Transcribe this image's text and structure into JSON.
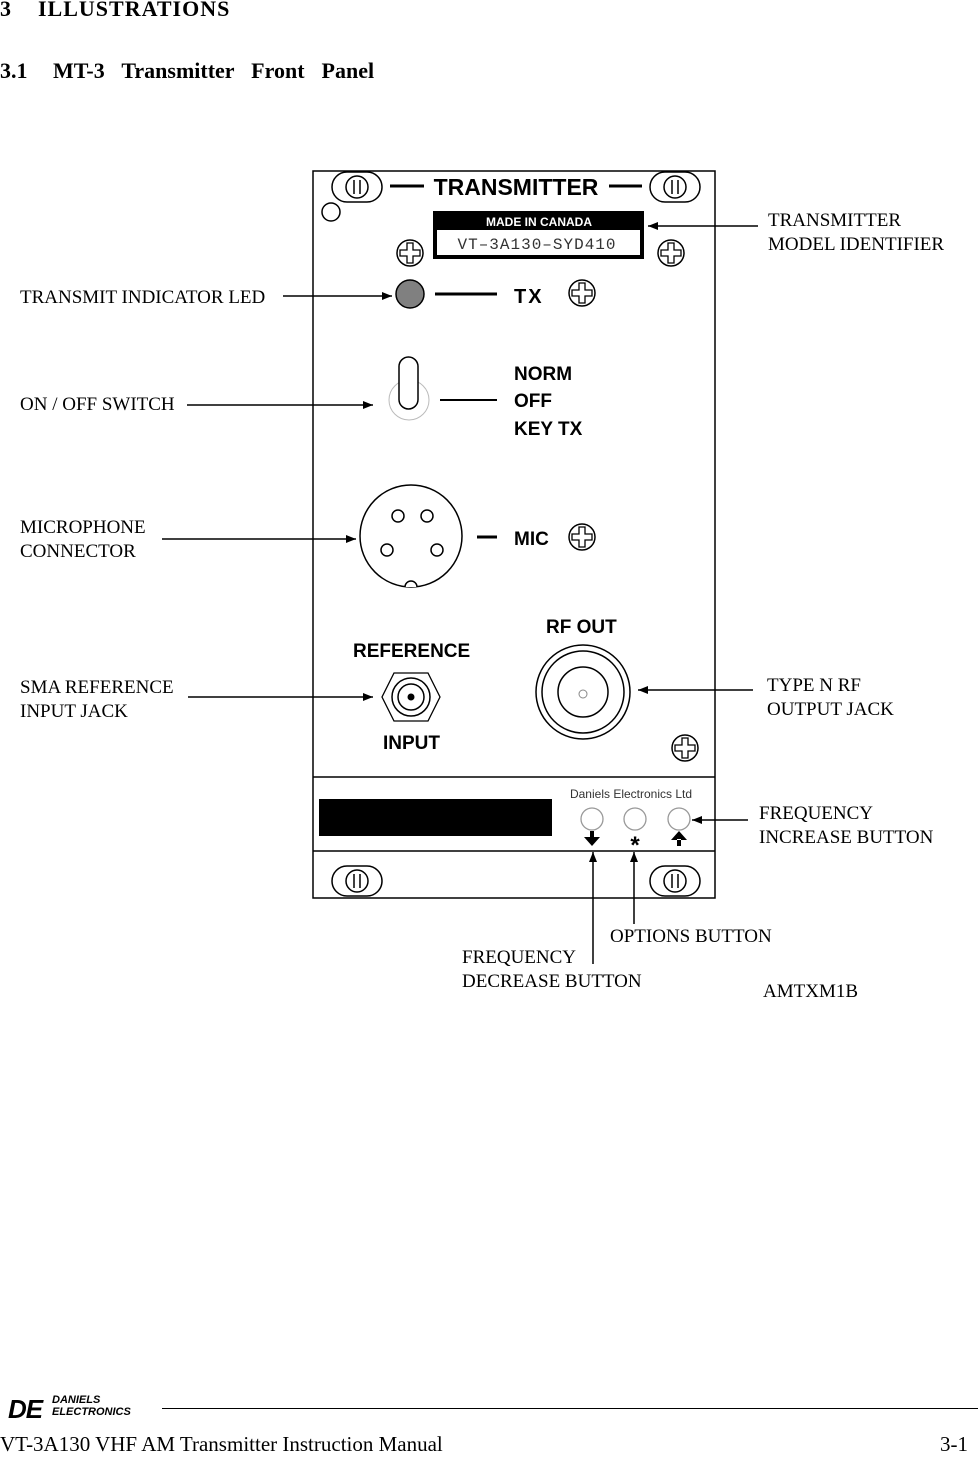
{
  "heading": {
    "section": "3    ILLUSTRATIONS",
    "subsection": "3.1   MT-3  Transmitter  Front  Panel"
  },
  "panel": {
    "title": "TRANSMITTER",
    "made_in": "MADE IN CANADA",
    "model": "VT–3A130–SYD410",
    "tx_label": "TX",
    "switch_labels": [
      "NORM",
      "OFF",
      "KEY TX"
    ],
    "mic_label": "MIC",
    "rf_out_label": "RF OUT",
    "reference_label": "REFERENCE",
    "input_label": "INPUT",
    "maker": "Daniels Electronics Ltd",
    "options_symbol": "*"
  },
  "callouts": {
    "model_identifier": [
      "TRANSMITTER",
      "MODEL IDENTIFIER"
    ],
    "transmit_led": [
      "TRANSMIT INDICATOR LED"
    ],
    "on_off_switch": [
      "ON / OFF SWITCH"
    ],
    "microphone": [
      "MICROPHONE",
      "CONNECTOR"
    ],
    "sma_reference": [
      "SMA REFERENCE",
      "INPUT JACK"
    ],
    "type_n_rf": [
      "TYPE N RF",
      "OUTPUT JACK"
    ],
    "freq_increase": [
      "FREQUENCY",
      "INCREASE BUTTON"
    ],
    "options": [
      "OPTIONS BUTTON"
    ],
    "freq_decrease": [
      "FREQUENCY",
      "DECREASE BUTTON"
    ]
  },
  "figure_id": "AMTXM1B",
  "footer": {
    "logo_initials": "DE",
    "logo_name": [
      "DANIELS",
      "ELECTRONICS"
    ],
    "title": "VT-3A130 VHF AM Transmitter Instruction Manual",
    "page": "3-1"
  }
}
